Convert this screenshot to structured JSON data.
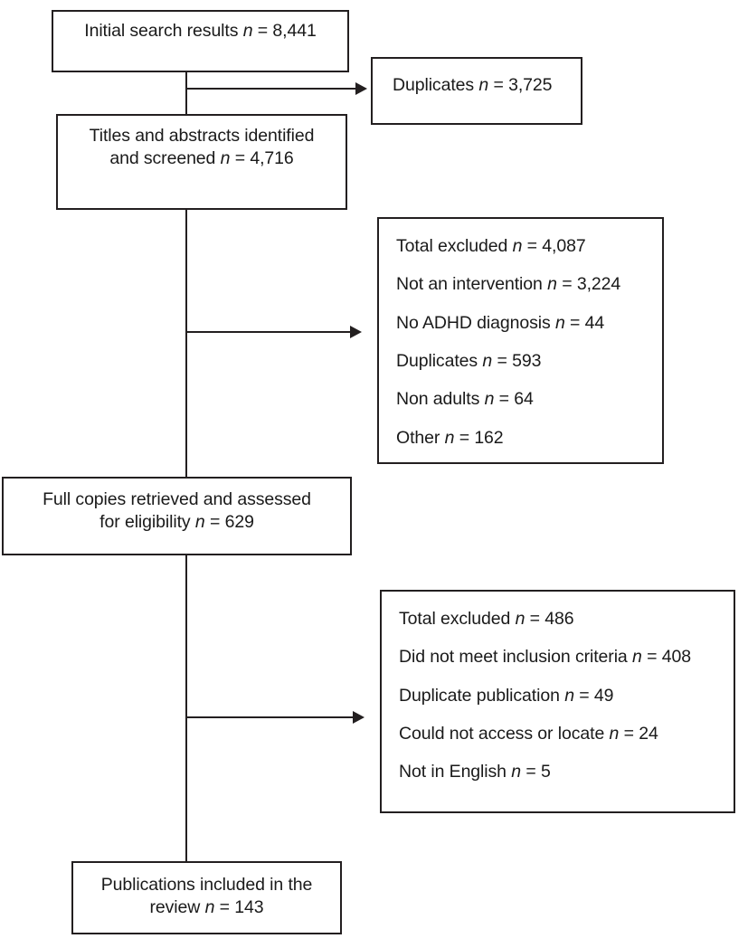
{
  "diagram": {
    "title": "PRISMA study selection flow diagram",
    "type": "flowchart",
    "colors": {
      "stroke": "#231f20",
      "background": "#ffffff",
      "text": "#1a1a1a"
    }
  },
  "nodes": {
    "initial": {
      "id": "initial-search-results",
      "lines": [
        {
          "label": "Initial search results",
          "symbol": "n",
          "eq": "=",
          "value": "8,441"
        }
      ]
    },
    "duplicates": {
      "id": "duplicates-removed",
      "lines": [
        {
          "label": "Duplicates",
          "symbol": "n",
          "eq": "=",
          "value": "3,725"
        }
      ]
    },
    "titles": {
      "id": "titles-and-abstracts-screened",
      "lines": [
        {
          "label": "Titles and abstracts identified",
          "symbol": "",
          "eq": "",
          "value": ""
        },
        {
          "label": "and screened",
          "symbol": "n",
          "eq": "=",
          "value": "4,716"
        }
      ]
    },
    "excluded_screening": {
      "id": "excluded-at-screening",
      "lines": [
        {
          "label": "Total excluded",
          "symbol": "n",
          "eq": "=",
          "value": "4,087"
        },
        {
          "label": "Not an intervention",
          "symbol": "n",
          "eq": "=",
          "value": "3,224"
        },
        {
          "label": "No ADHD diagnosis",
          "symbol": "n",
          "eq": "=",
          "value": "44"
        },
        {
          "label": "Duplicates",
          "symbol": "n",
          "eq": "=",
          "value": "593"
        },
        {
          "label": "Non adults",
          "symbol": "n",
          "eq": "=",
          "value": "64"
        },
        {
          "label": "Other",
          "symbol": "n",
          "eq": "=",
          "value": "162"
        }
      ]
    },
    "full_copies": {
      "id": "full-copies-assessed",
      "lines": [
        {
          "label": "Full copies retrieved and assessed",
          "symbol": "",
          "eq": "",
          "value": ""
        },
        {
          "label": "for eligibility",
          "symbol": "n",
          "eq": "=",
          "value": "629"
        }
      ]
    },
    "excluded_eligibility": {
      "id": "excluded-at-eligibility",
      "lines": [
        {
          "label": "Total excluded",
          "symbol": "n",
          "eq": "=",
          "value": "486"
        },
        {
          "label": "Did not meet inclusion criteria",
          "symbol": "n",
          "eq": "=",
          "value": "408"
        },
        {
          "label": "Duplicate publication",
          "symbol": "n",
          "eq": "=",
          "value": "49"
        },
        {
          "label": "Could not access or locate",
          "symbol": "n",
          "eq": "=",
          "value": "24"
        },
        {
          "label": "Not in English",
          "symbol": "n",
          "eq": "=",
          "value": "5"
        }
      ]
    },
    "included": {
      "id": "publications-included",
      "lines": [
        {
          "label": "Publications included in the",
          "symbol": "",
          "eq": "",
          "value": ""
        },
        {
          "label": "review",
          "symbol": "n",
          "eq": "=",
          "value": "143"
        }
      ]
    }
  },
  "chart_data": {
    "type": "flow",
    "title": "PRISMA study selection flow",
    "stages": [
      {
        "stage": "Initial search results",
        "n": 8441
      },
      {
        "stage": "Duplicates removed",
        "n": 3725
      },
      {
        "stage": "Titles and abstracts identified and screened",
        "n": 4716
      },
      {
        "stage": "Total excluded at screening",
        "n": 4087
      },
      {
        "stage": "Full copies retrieved and assessed for eligibility",
        "n": 629
      },
      {
        "stage": "Total excluded at eligibility",
        "n": 486
      },
      {
        "stage": "Publications included in the review",
        "n": 143
      }
    ],
    "exclusion_reasons_screening": [
      {
        "reason": "Not an intervention",
        "n": 3224
      },
      {
        "reason": "No ADHD diagnosis",
        "n": 44
      },
      {
        "reason": "Duplicates",
        "n": 593
      },
      {
        "reason": "Non adults",
        "n": 64
      },
      {
        "reason": "Other",
        "n": 162
      }
    ],
    "exclusion_reasons_eligibility": [
      {
        "reason": "Did not meet inclusion criteria",
        "n": 408
      },
      {
        "reason": "Duplicate publication",
        "n": 49
      },
      {
        "reason": "Could not access or locate",
        "n": 24
      },
      {
        "reason": "Not in English",
        "n": 5
      }
    ]
  }
}
